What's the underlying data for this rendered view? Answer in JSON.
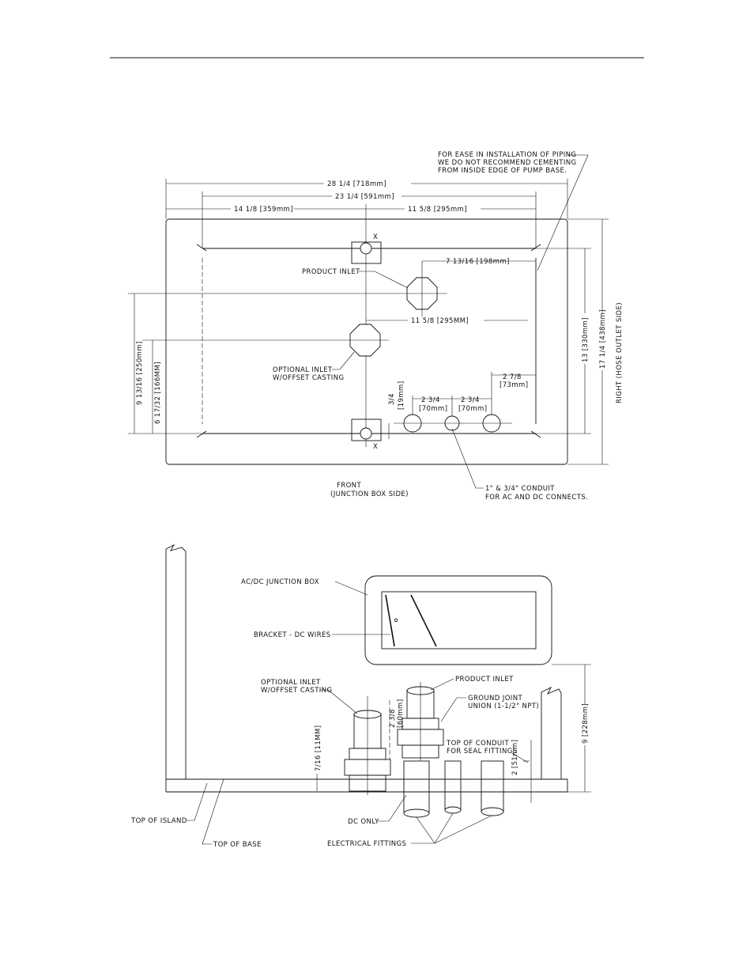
{
  "top_view": {
    "note_piping": [
      "FOR EASE IN INSTALLATION OF PIPING",
      "WE DO NOT RECOMMEND CEMENTING",
      "FROM INSIDE EDGE OF PUMP BASE."
    ],
    "dim_overall_width": "28 1/4 [718mm]",
    "dim_inner_width": "23 1/4 [591mm]",
    "dim_left": "14 1/8 [359mm]",
    "dim_right": "11 5/8 [295mm]",
    "dim_product_inlet": "7 13/16 [198mm]",
    "dim_center_offset": "11 5/8 [295MM]",
    "label_product_inlet": "PRODUCT INLET",
    "label_optional_inlet": [
      "OPTIONAL INLET",
      "W/OFFSET CASTING"
    ],
    "marker_x": "X",
    "dim_left_height": "9 13/16 [250mm]",
    "dim_optional_height": "6 17/32 [166MM]",
    "dim_inner_height": "13 [330mm]",
    "dim_overall_height": "17 1/4 [438mm]",
    "label_right_side": "RIGHT (HOSE OUTLET SIDE)",
    "dim_conduit_edge": [
      "2 7/8",
      "[73mm]"
    ],
    "dim_conduit_offset": [
      "3/4",
      "[19mm]"
    ],
    "dim_conduit_spacing_1": [
      "2 3/4",
      "[70mm]"
    ],
    "dim_conduit_spacing_2": [
      "2 3/4",
      "[70mm]"
    ],
    "label_front": [
      "FRONT",
      "(JUNCTION BOX SIDE)"
    ],
    "label_conduit": [
      "1\" & 3/4\" CONDUIT",
      "FOR AC AND DC CONNECTS."
    ]
  },
  "side_view": {
    "label_junction_box": "AC/DC JUNCTION BOX",
    "label_bracket": "BRACKET - DC WIRES",
    "label_optional_inlet": [
      "OPTIONAL INLET",
      "W/OFFSET CASTING"
    ],
    "label_product_inlet": "PRODUCT INLET",
    "label_union": [
      "GROUND JOINT",
      "UNION (1-1/2\" NPT)"
    ],
    "label_conduit_top": [
      "TOP OF CONDUIT",
      "FOR SEAL FITTINGS"
    ],
    "dim_union_height": "2 3/8",
    "dim_union_height_mm": "[60mm]",
    "dim_base_offset": "7/16 [11MM]",
    "dim_conduit_height": "2 [51mm]",
    "dim_total_height": "9 [228mm]",
    "label_top_island": "TOP OF ISLAND",
    "label_top_base": "TOP OF BASE",
    "label_dc_only": "DC ONLY",
    "label_electrical": "ELECTRICAL FITTINGS"
  }
}
